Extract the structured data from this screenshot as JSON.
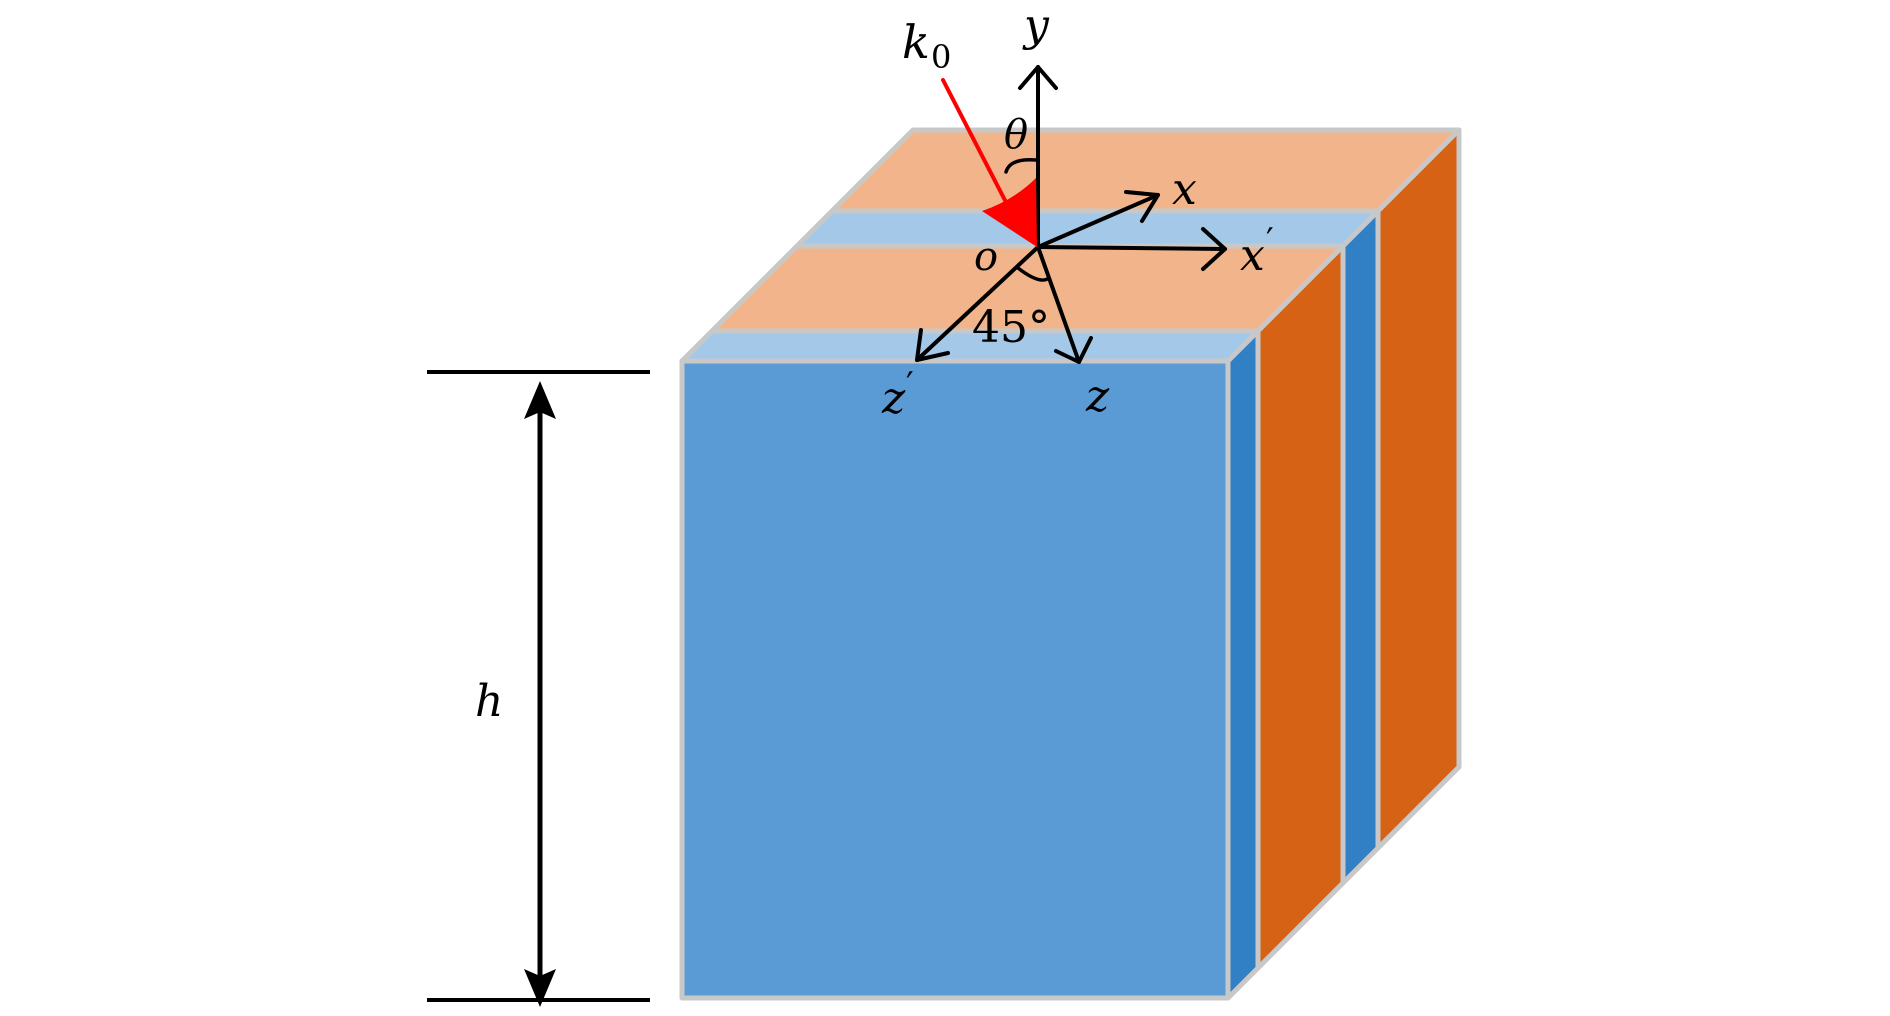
{
  "figure": {
    "type": "layered-slab-schematic",
    "colors": {
      "front_face": "#5B9BD5",
      "blue_side": "#3180C6",
      "blue_top": "#A4C8E8",
      "orange_side": "#D66215",
      "orange_top": "#F2B48A",
      "border": "#C8C8C8",
      "incident_wave": "#FF0000",
      "axes": "#000000"
    },
    "layers": [
      {
        "name": "layer-1",
        "material": "blue"
      },
      {
        "name": "layer-2",
        "material": "orange"
      },
      {
        "name": "layer-3",
        "material": "blue"
      },
      {
        "name": "layer-4",
        "material": "orange"
      }
    ],
    "labels": {
      "wave_vector": "k",
      "wave_vector_sub": "0",
      "y_axis": "y",
      "x_axis": "x",
      "x_prime_axis": "x",
      "prime": "′",
      "z_axis": "z",
      "z_prime_axis": "z",
      "origin": "o",
      "theta": "θ",
      "rotation_angle": "45°",
      "height": "h"
    }
  }
}
